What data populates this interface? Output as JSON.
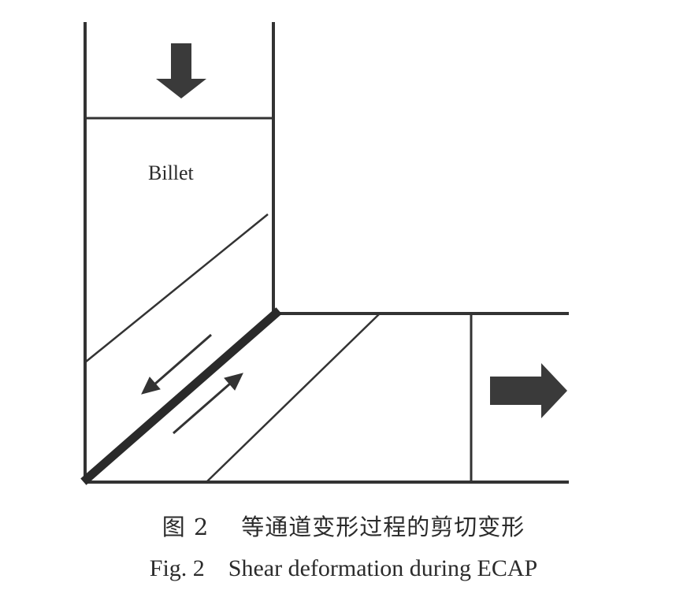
{
  "figure": {
    "billet_label": "Billet",
    "caption_cn": "图 2    等通道变形过程的剪切变形",
    "caption_en": "Fig. 2    Shear deformation during ECAP",
    "colors": {
      "line": "#333333",
      "arrow": "#3a3a3a",
      "text": "#2b2b2b"
    }
  }
}
